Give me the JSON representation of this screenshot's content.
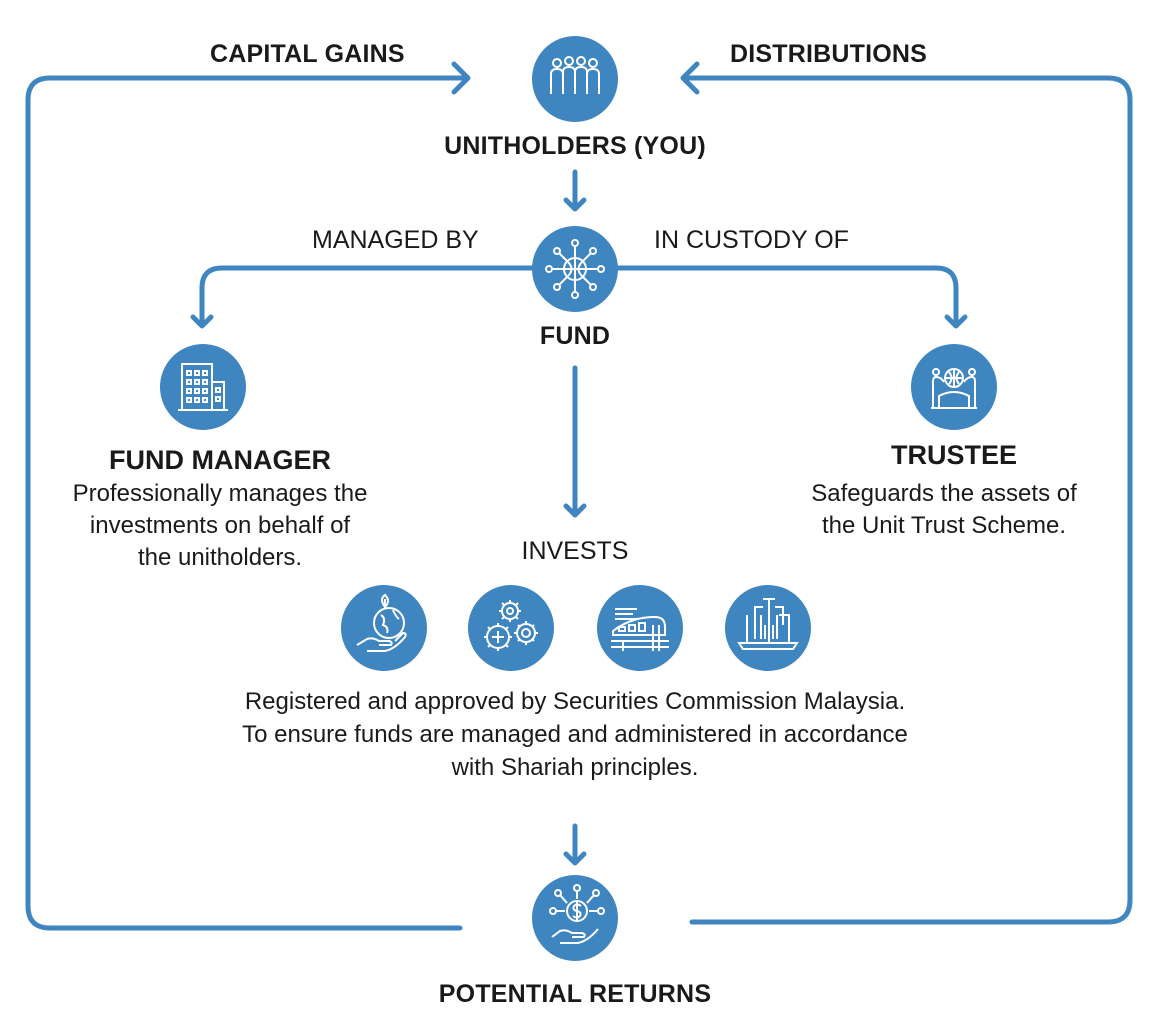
{
  "colors": {
    "accent": "#3f86c1",
    "text": "#1a1a1a"
  },
  "labels": {
    "capital_gains": "CAPITAL GAINS",
    "distributions": "DISTRIBUTIONS",
    "unitholders": "UNITHOLDERS (YOU)",
    "managed_by": "MANAGED BY",
    "in_custody_of": "IN CUSTODY OF",
    "fund": "FUND",
    "invests": "INVESTS",
    "potential_returns": "POTENTIAL RETURNS"
  },
  "fund_manager": {
    "title": "FUND MANAGER",
    "desc_lines": [
      "Professionally manages the",
      "investments on behalf of",
      "the unitholders."
    ]
  },
  "trustee": {
    "title": "TRUSTEE",
    "desc_lines": [
      "Safeguards the assets of",
      "the Unit Trust Scheme."
    ]
  },
  "note_lines": [
    "Registered and approved by Securities Commission Malaysia.",
    "To ensure funds are managed and administered in accordance",
    "with Shariah principles."
  ],
  "icons": {
    "unitholders": "people-group-icon",
    "fund": "network-globe-icon",
    "fund_manager": "office-building-icon",
    "trustee": "custody-globe-icon",
    "invest_1": "hand-globe-leaf-icon",
    "invest_2": "gears-icon",
    "invest_3": "train-icon",
    "invest_4": "laptop-icon",
    "returns": "hand-dollar-icon"
  }
}
